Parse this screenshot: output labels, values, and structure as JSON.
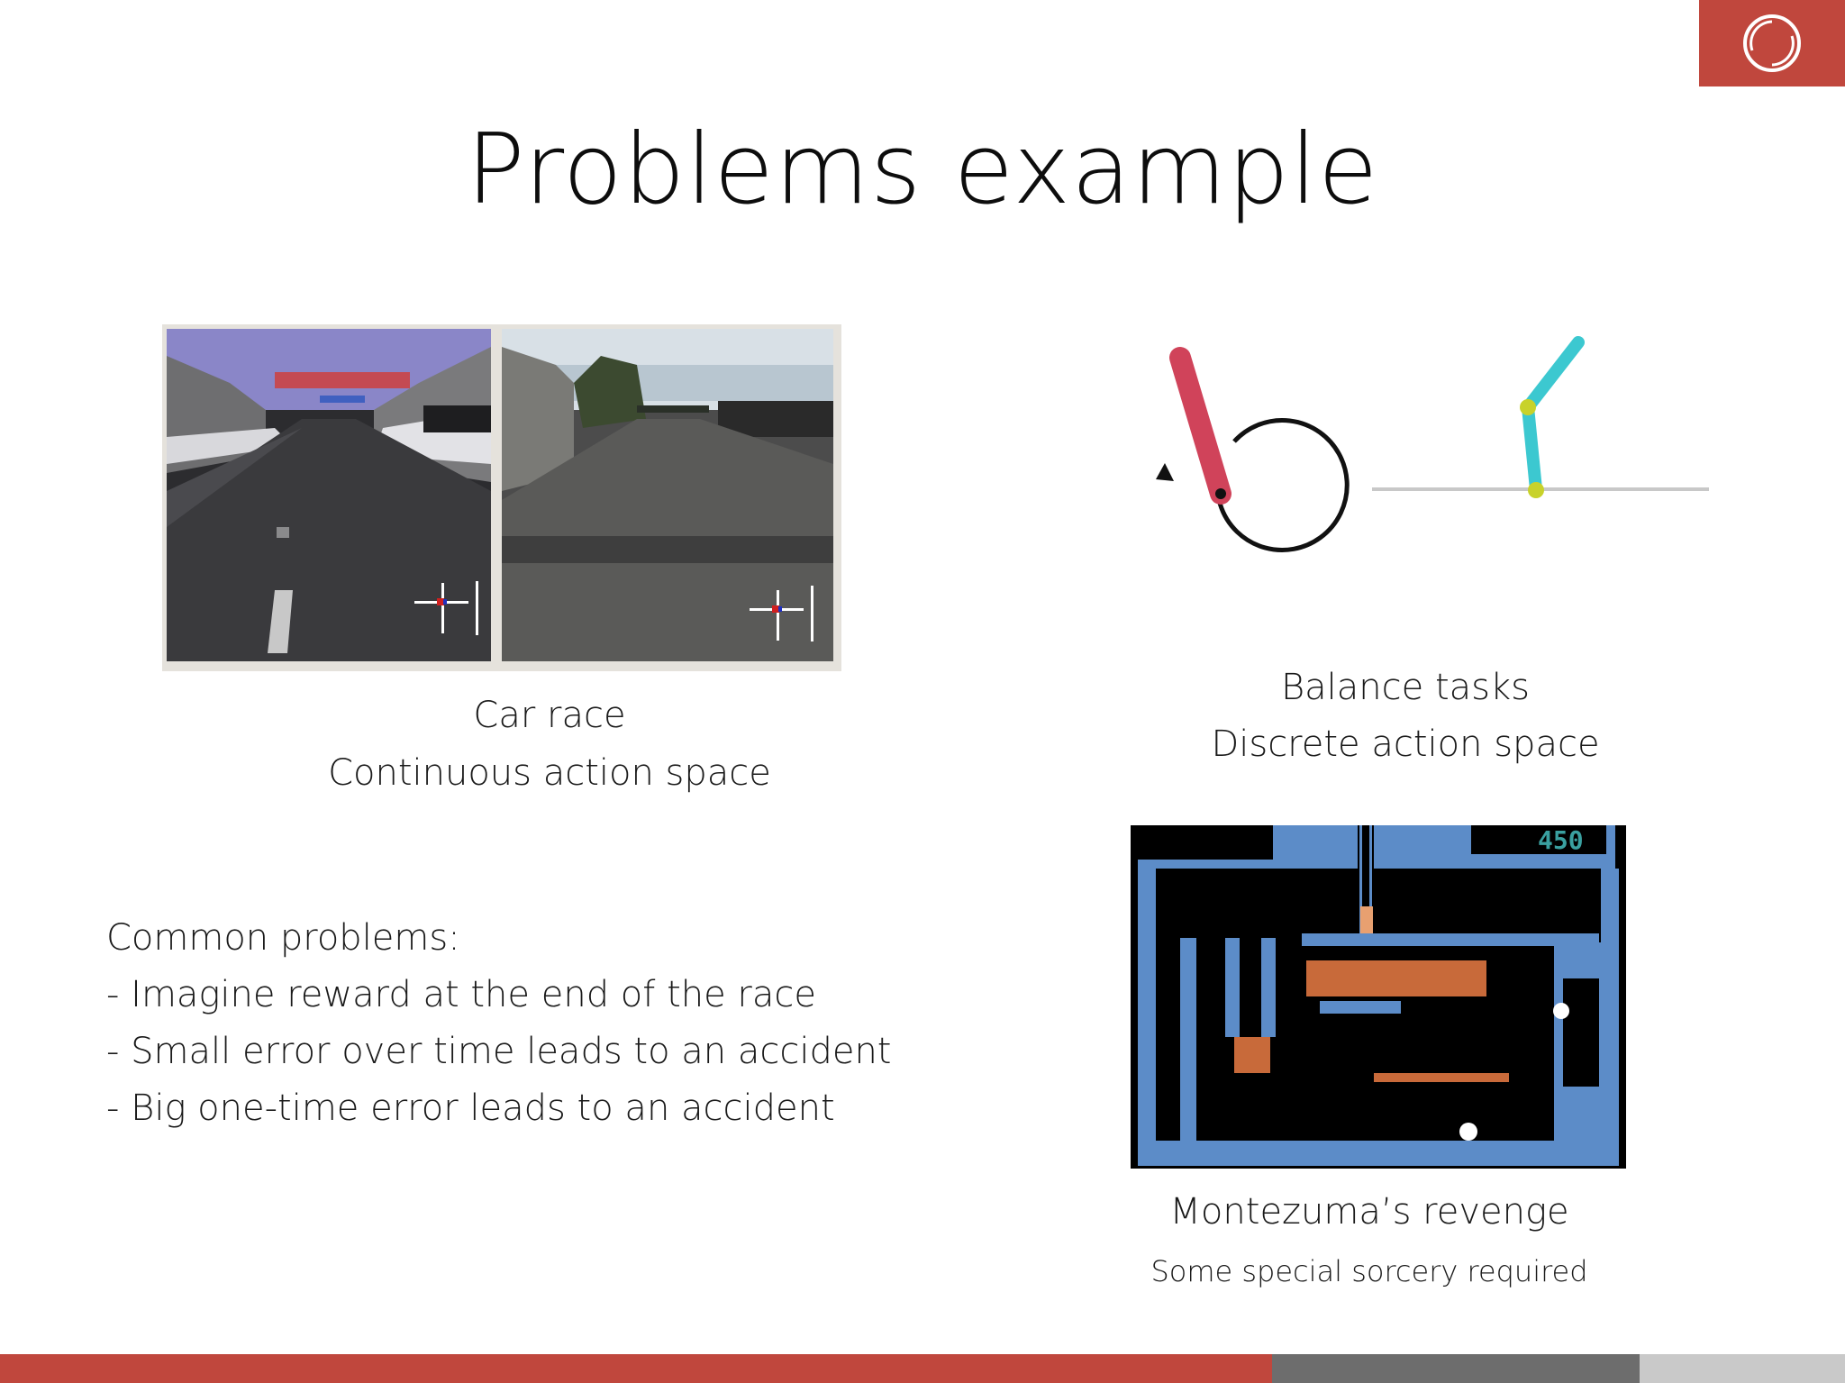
{
  "slide": {
    "title": "Problems example"
  },
  "car_race": {
    "caption_line1": "Car race",
    "caption_line2": "Continuous action space"
  },
  "balance": {
    "caption_line1": "Balance tasks",
    "caption_line2": "Discrete action space"
  },
  "problems": {
    "heading": "Common problems:",
    "items": [
      "- Imagine reward at the end of the race",
      "- Small error over time leads to an accident",
      "- Big one-time error leads to an accident"
    ]
  },
  "montezuma": {
    "caption_line1": "Montezuma’s revenge",
    "caption_line2": "Some special sorcery required",
    "score": "450"
  },
  "colors": {
    "brand_red": "#c0473d",
    "footer_dark": "#6d6d6d",
    "footer_light": "#c9c9c9",
    "pendulum_red": "#d0435a",
    "acrobot_cyan": "#3cc8d0",
    "joint_yellow": "#c8d22a"
  },
  "icons": {
    "logo": "ring-logo-icon"
  }
}
